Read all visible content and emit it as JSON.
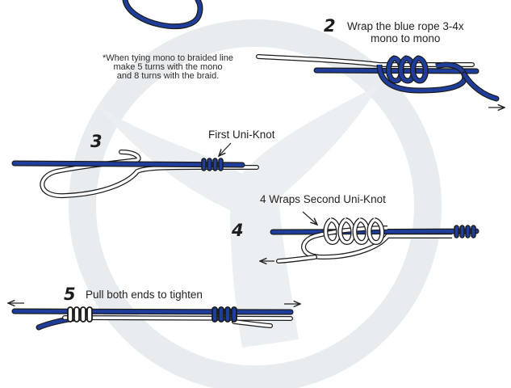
{
  "colors": {
    "blue_rope": "#1f3d9a",
    "blue_rope_dark": "#0f1f5e",
    "mono_line": "#ffffff",
    "outline": "#1b1b1b",
    "watermark": "#e6eaee"
  },
  "watermark": {
    "icon": "tuna-tail-circle-logo"
  },
  "steps": [
    {
      "number": "2",
      "text_line1": "Wrap the blue rope 3-4x",
      "text_line2": "mono to mono",
      "note_lines": [
        "*When tying mono to braided line",
        "make 5 turns with the mono",
        "and 8 turns with the braid."
      ]
    },
    {
      "number": "3",
      "label": "First Uni-Knot"
    },
    {
      "number": "4",
      "label": "4 Wraps Second Uni-Knot"
    },
    {
      "number": "5",
      "text": "Pull both ends to tighten"
    }
  ]
}
